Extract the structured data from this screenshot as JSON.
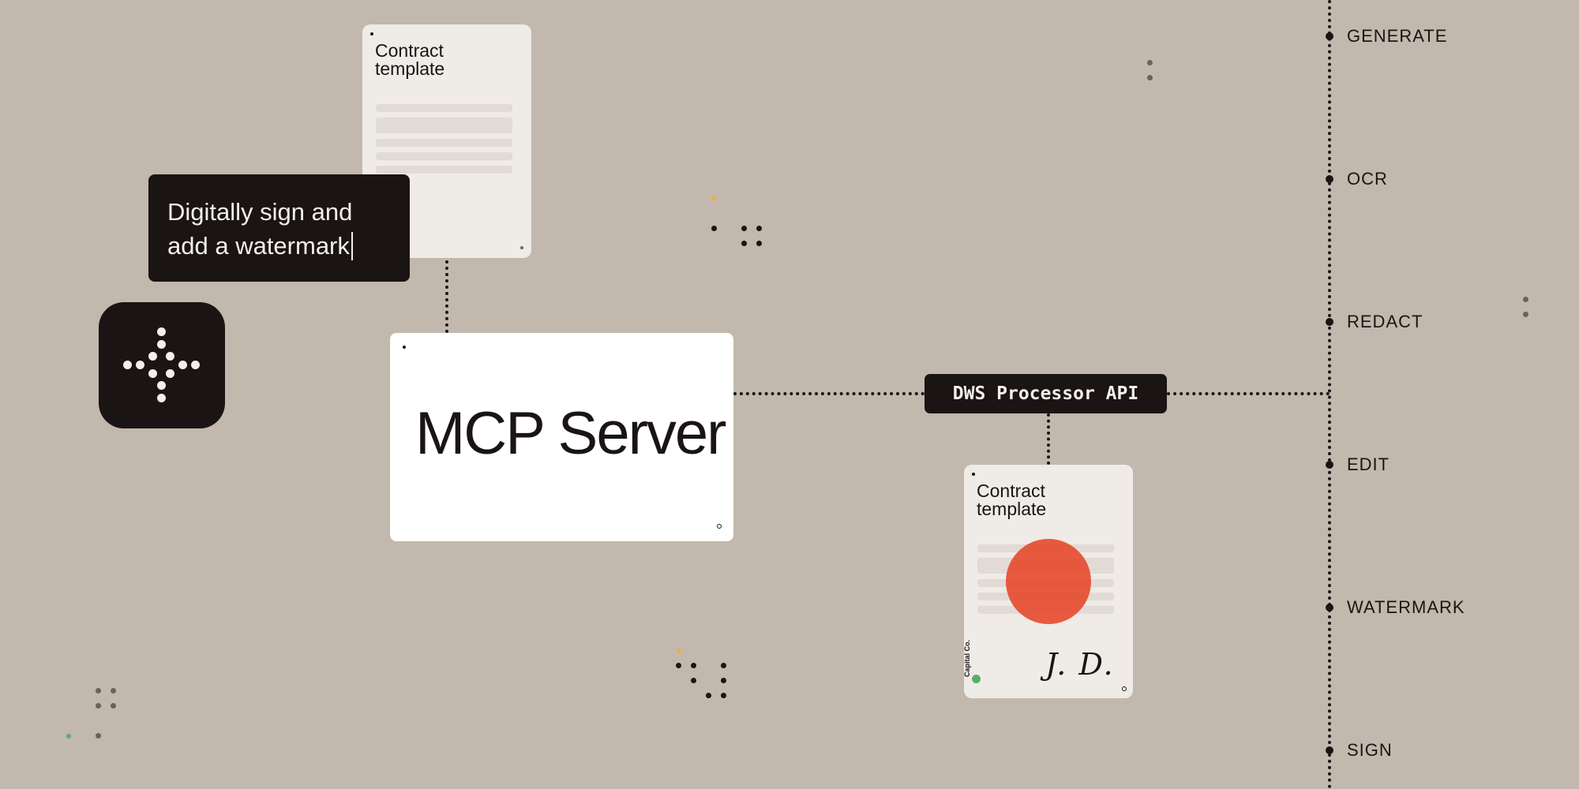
{
  "colors": {
    "background": "#c2b8ad",
    "dark": "#1a1414",
    "card": "#efebe6",
    "accent_red": "#e64628",
    "accent_yellow": "#e6b23c",
    "accent_green": "#5aae6a"
  },
  "top_document": {
    "title": "Contract template"
  },
  "prompt": {
    "text": "Digitally sign and add a watermark"
  },
  "app_icon": {
    "icon": "sparkle-dots-icon"
  },
  "mcp_server": {
    "label": "MCP Server"
  },
  "api": {
    "label": "DWS Processor API"
  },
  "result_document": {
    "title": "Contract template",
    "watermark": "red-circle-seal",
    "company": "Capital Co.",
    "signature": "J. D."
  },
  "operations": [
    "GENERATE",
    "OCR",
    "REDACT",
    "EDIT",
    "WATERMARK",
    "SIGN"
  ]
}
